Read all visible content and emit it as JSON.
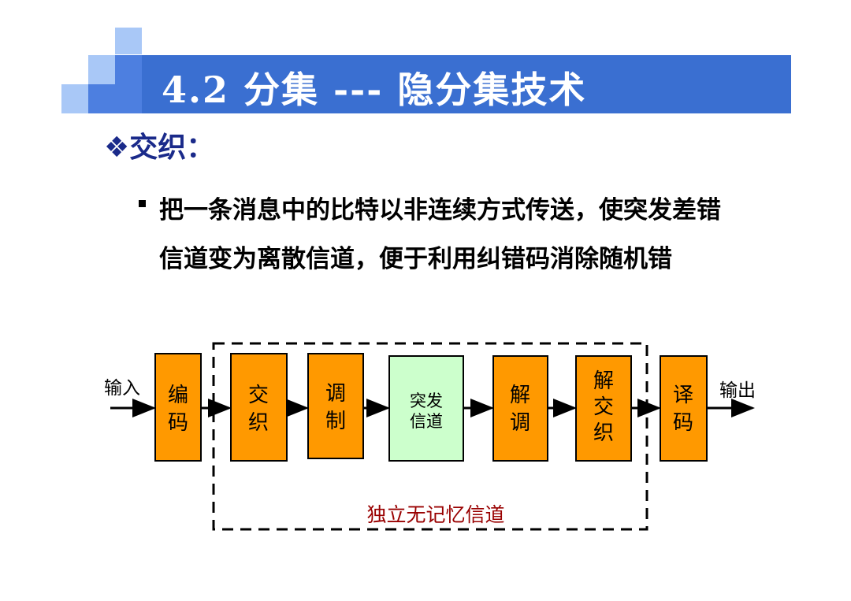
{
  "slide": {
    "title": "4.2 分集 --- 隐分集技术",
    "heading_bullet": "❖",
    "heading": "交织：",
    "bullet_text": "把一条消息中的比特以非连续方式传送，使突发差错信道变为离散信道，便于利用纠错码消除随机错"
  },
  "diagram": {
    "input_label": "输入",
    "output_label": "输出",
    "channel_label": "独立无记忆信道",
    "blocks": [
      {
        "id": "encoder",
        "lines": [
          "编",
          "码"
        ]
      },
      {
        "id": "interleaver",
        "lines": [
          "交",
          "织"
        ]
      },
      {
        "id": "modulator",
        "lines": [
          "调",
          "制"
        ]
      },
      {
        "id": "burst-channel",
        "lines": [
          "突发",
          "信道"
        ]
      },
      {
        "id": "demodulator",
        "lines": [
          "解",
          "调"
        ]
      },
      {
        "id": "deinterleaver",
        "lines": [
          "解",
          "交",
          "织"
        ]
      },
      {
        "id": "decoder",
        "lines": [
          "译",
          "码"
        ]
      }
    ]
  },
  "colors": {
    "title_bar": "#3a6fd1",
    "deco_dark": "#4d7fe0",
    "deco_light": "#9fc0f5",
    "block_orange": "#ff9900",
    "block_green": "#ccffcc",
    "channel_label": "#990000",
    "heading": "#1a2a8a"
  }
}
